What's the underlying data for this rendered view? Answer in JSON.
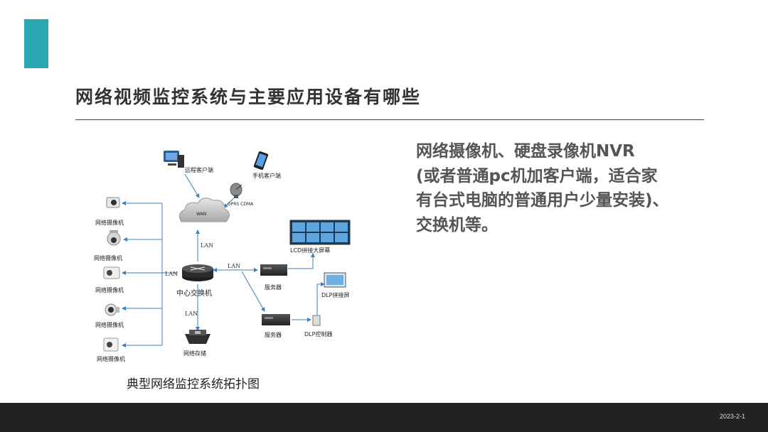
{
  "slide": {
    "title": "网络视频监控系统与主要应用设备有哪些",
    "description_lines": [
      "网络摄像机、硬盘录像机NVR",
      "(或者普通pc机加客户端，适合家",
      "有台式电脑的普通用户少量安装)、",
      "交换机等。"
    ],
    "caption": "典型网络监控系统拓扑图",
    "date": "2023-2-1"
  },
  "diagram": {
    "remote_client": "远程客户端",
    "mobile_client": "手机客户端",
    "gprs": "GPRS CDMA",
    "wan": "WAN",
    "lan": "LAN",
    "core_switch": "中心交换机",
    "cameras": [
      "网络摄像机",
      "网络摄像机",
      "网络摄像机",
      "网络摄像机",
      "网络摄像机"
    ],
    "storage": "网络存储",
    "server_top": "服务器",
    "server_bottom": "服务器",
    "lcd_wall": "LCD拼接大屏幕",
    "dlp_screen": "DLP拼接屏",
    "dlp_controller": "DLP控制器"
  },
  "colors": {
    "accent": "#2aa7b0",
    "footer": "#222222",
    "arrow": "#3a7fc0"
  }
}
